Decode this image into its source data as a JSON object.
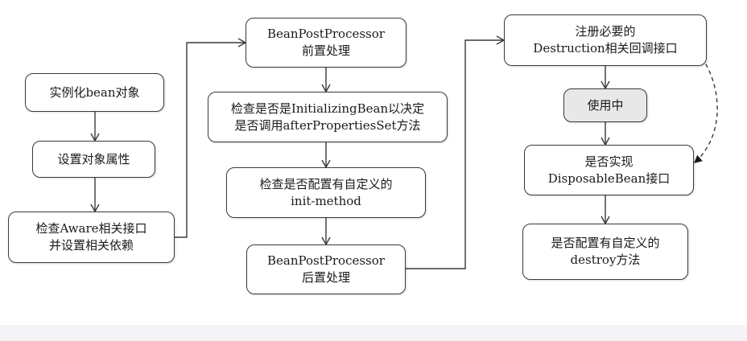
{
  "diagram": {
    "nodes": {
      "instantiate": {
        "line1": "实例化bean对象"
      },
      "set_props": {
        "line1": "设置对象属性"
      },
      "aware": {
        "line1": "检查Aware相关接口",
        "line2": "并设置相关依赖"
      },
      "bpp_before": {
        "line1": "BeanPostProcessor",
        "line2": "前置处理"
      },
      "initializing": {
        "line1": "检查是否是InitializingBean以决定",
        "line2": "是否调用afterPropertiesSet方法"
      },
      "init_method": {
        "line1": "检查是否配置有自定义的",
        "line2": "init-method"
      },
      "bpp_after": {
        "line1": "BeanPostProcessor",
        "line2": "后置处理"
      },
      "register_destruction": {
        "line1": "注册必要的",
        "line2": "Destruction相关回调接口"
      },
      "in_use": {
        "line1": "使用中"
      },
      "disposable": {
        "line1": "是否实现",
        "line2": "DisposableBean接口"
      },
      "destroy_method": {
        "line1": "是否配置有自定义的",
        "line2": "destroy方法"
      }
    },
    "colors": {
      "stroke": "#3a3a3a",
      "in_use_fill": "#e8e8e8",
      "background": "#ffffff"
    }
  }
}
